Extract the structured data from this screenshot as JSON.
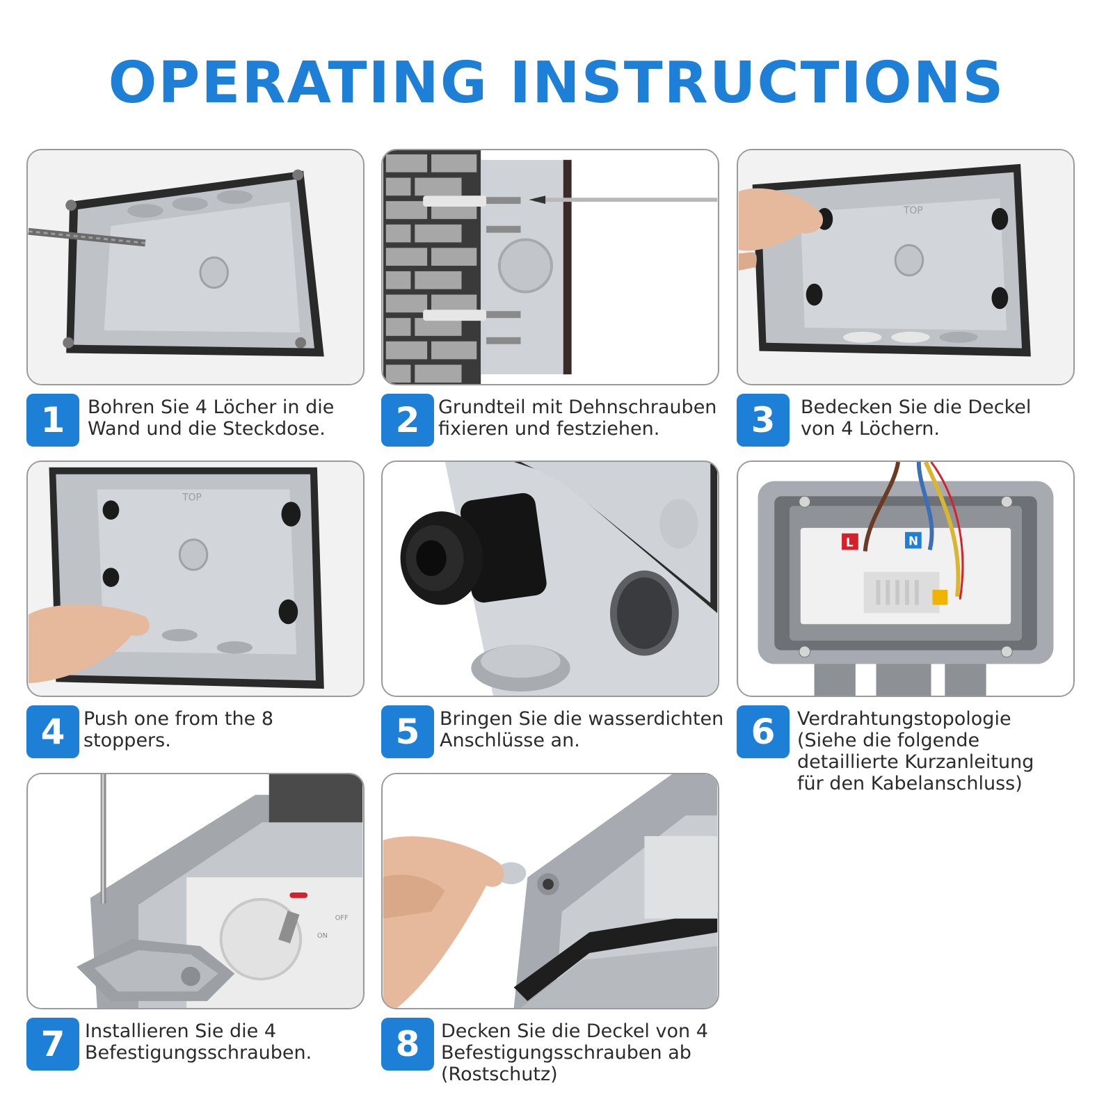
{
  "header": {
    "title": "OPERATING INSTRUCTIONS"
  },
  "steps": [
    {
      "number": "1",
      "text": "Bohren Sie 4 Löcher in die\nWand und die Steckdose."
    },
    {
      "number": "2",
      "text": "Grundteil mit Dehnschrauben\nfixieren und festziehen."
    },
    {
      "number": "3",
      "text": "Bedecken Sie die Deckel\nvon 4 Löchern."
    },
    {
      "number": "4",
      "text": "Push one from the 8\nstoppers."
    },
    {
      "number": "5",
      "text": "Bringen Sie die wasserdichten\nAnschlüsse an."
    },
    {
      "number": "6",
      "text": "Verdrahtungstopologie\n(Siehe die folgende\ndetaillierte Kurzanleitung\nfür den Kabelanschluss)"
    },
    {
      "number": "7",
      "text": "Installieren Sie die 4\nBefestigungsschrauben."
    },
    {
      "number": "8",
      "text": "Decken Sie die Deckel von 4\nBefestigungsschrauben ab\n(Rostschutz)"
    }
  ],
  "photo_labels": {
    "top": "TOP",
    "live": "L",
    "neutral": "N",
    "off": "OFF",
    "on": "ON"
  },
  "colors": {
    "accent": "#1e7fd6",
    "frame": "#9a9a9a",
    "box_grey": "#b9bcc1",
    "gasket": "#2a2a2a"
  }
}
